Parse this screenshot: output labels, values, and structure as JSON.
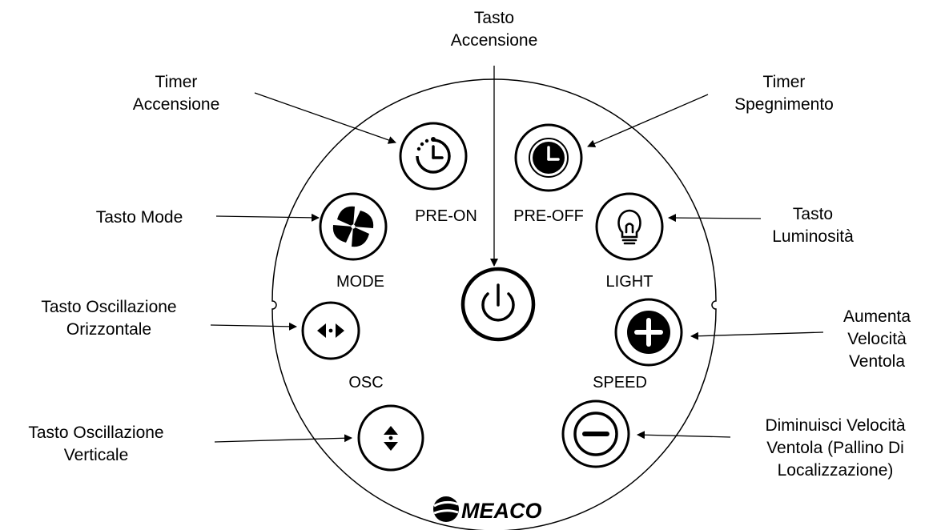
{
  "colors": {
    "ink": "#000000",
    "paper": "#ffffff"
  },
  "buttons": {
    "pre_on": {
      "label": "PRE-ON",
      "icon": "timer-on-icon"
    },
    "pre_off": {
      "label": "PRE-OFF",
      "icon": "clock-icon"
    },
    "mode": {
      "label": "MODE",
      "icon": "fan-icon"
    },
    "light": {
      "label": "LIGHT",
      "icon": "lightbulb-icon"
    },
    "power": {
      "icon": "power-icon"
    },
    "osc_horizontal": {
      "label": "OSC",
      "icon": "horizontal-arrows-icon"
    },
    "osc_vertical": {
      "icon": "vertical-arrows-icon"
    },
    "speed_up": {
      "label": "SPEED",
      "icon": "plus-icon"
    },
    "speed_down": {
      "icon": "minus-icon"
    }
  },
  "brand": {
    "name": "MEACO",
    "icon": "meaco-logo-icon"
  },
  "callouts": {
    "power": {
      "line1": "Tasto",
      "line2": "Accensione"
    },
    "timer_on": {
      "line1": "Timer",
      "line2": "Accensione"
    },
    "timer_off": {
      "line1": "Timer",
      "line2": "Spegnimento"
    },
    "mode": {
      "line1": "Tasto Mode"
    },
    "light": {
      "line1": "Tasto",
      "line2": "Luminosità"
    },
    "osc_horizontal": {
      "line1": "Tasto Oscillazione",
      "line2": "Orizzontale"
    },
    "speed_up": {
      "line1": "Aumenta",
      "line2": "Velocità",
      "line3": "Ventola"
    },
    "osc_vertical": {
      "line1": "Tasto Oscillazione",
      "line2": "Verticale"
    },
    "speed_down": {
      "line1": "Diminuisci Velocità",
      "line2": "Ventola (Pallino Di",
      "line3": "Localizzazione)"
    }
  }
}
